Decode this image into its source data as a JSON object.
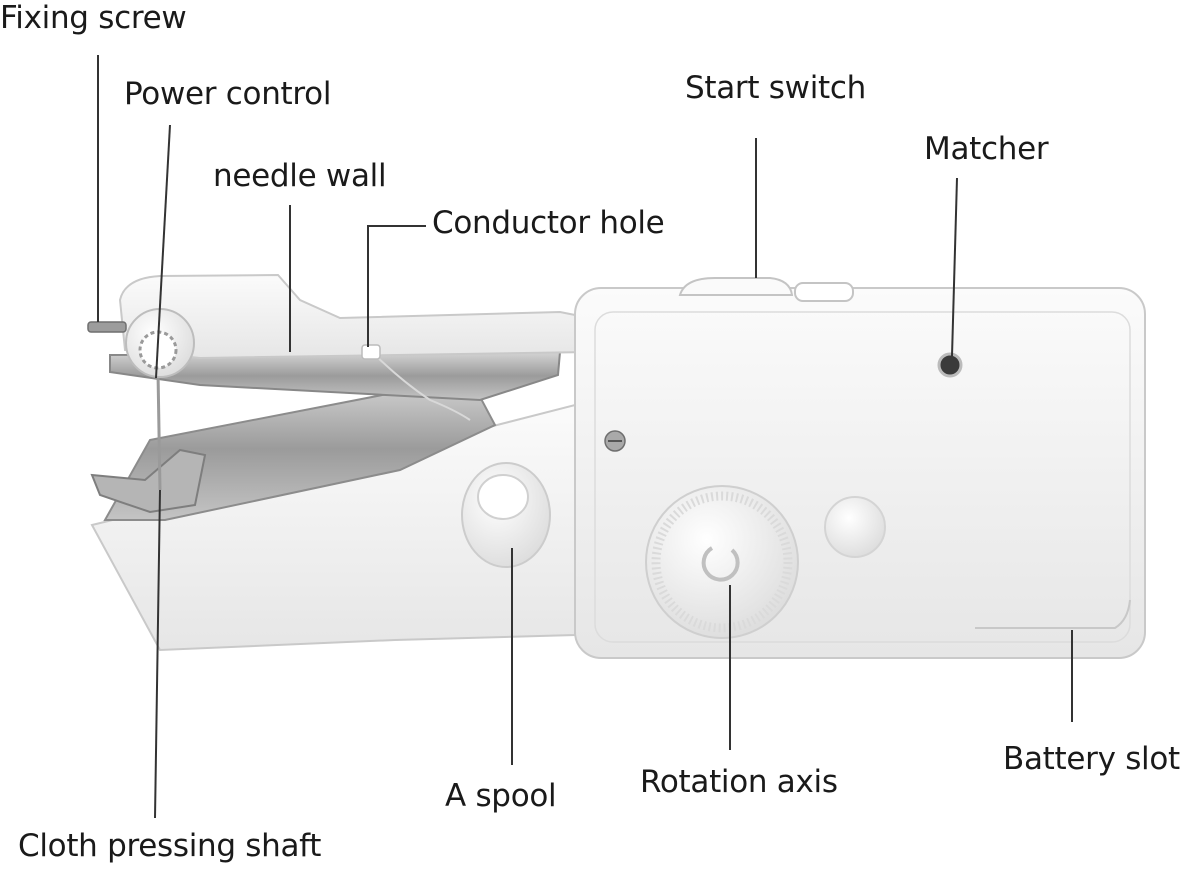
{
  "labels": {
    "fixing_screw": "Fixing screw",
    "power_control": "Power control",
    "needle_wall": "needle wall",
    "conductor_hole": "Conductor hole",
    "start_switch": "Start switch",
    "matcher": "Matcher",
    "a_spool": "A spool",
    "rotation_axis": "Rotation axis",
    "battery_slot": "Battery slot",
    "cloth_pressing_shaft": "Cloth pressing shaft"
  },
  "colors": {
    "body": "#f2f2f2",
    "outline": "#c9c9c9",
    "metal": "#a8a8a8",
    "leader": "#333333",
    "text": "#1a1a1a"
  }
}
